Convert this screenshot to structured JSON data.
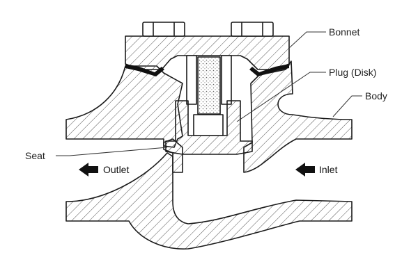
{
  "labels": {
    "bonnet": "Bonnet",
    "plug": "Plug (Disk)",
    "body": "Body",
    "seat": "Seat",
    "outlet": "Outlet",
    "inlet": "Inlet"
  },
  "colors": {
    "stroke": "#1a1a1a",
    "hatch": "#555555",
    "gasket": "#111111",
    "background": "#ffffff"
  },
  "icons": {
    "outlet_arrow": "arrow-left-icon",
    "inlet_arrow": "arrow-left-icon",
    "bolt": "hex-bolt-icon"
  }
}
